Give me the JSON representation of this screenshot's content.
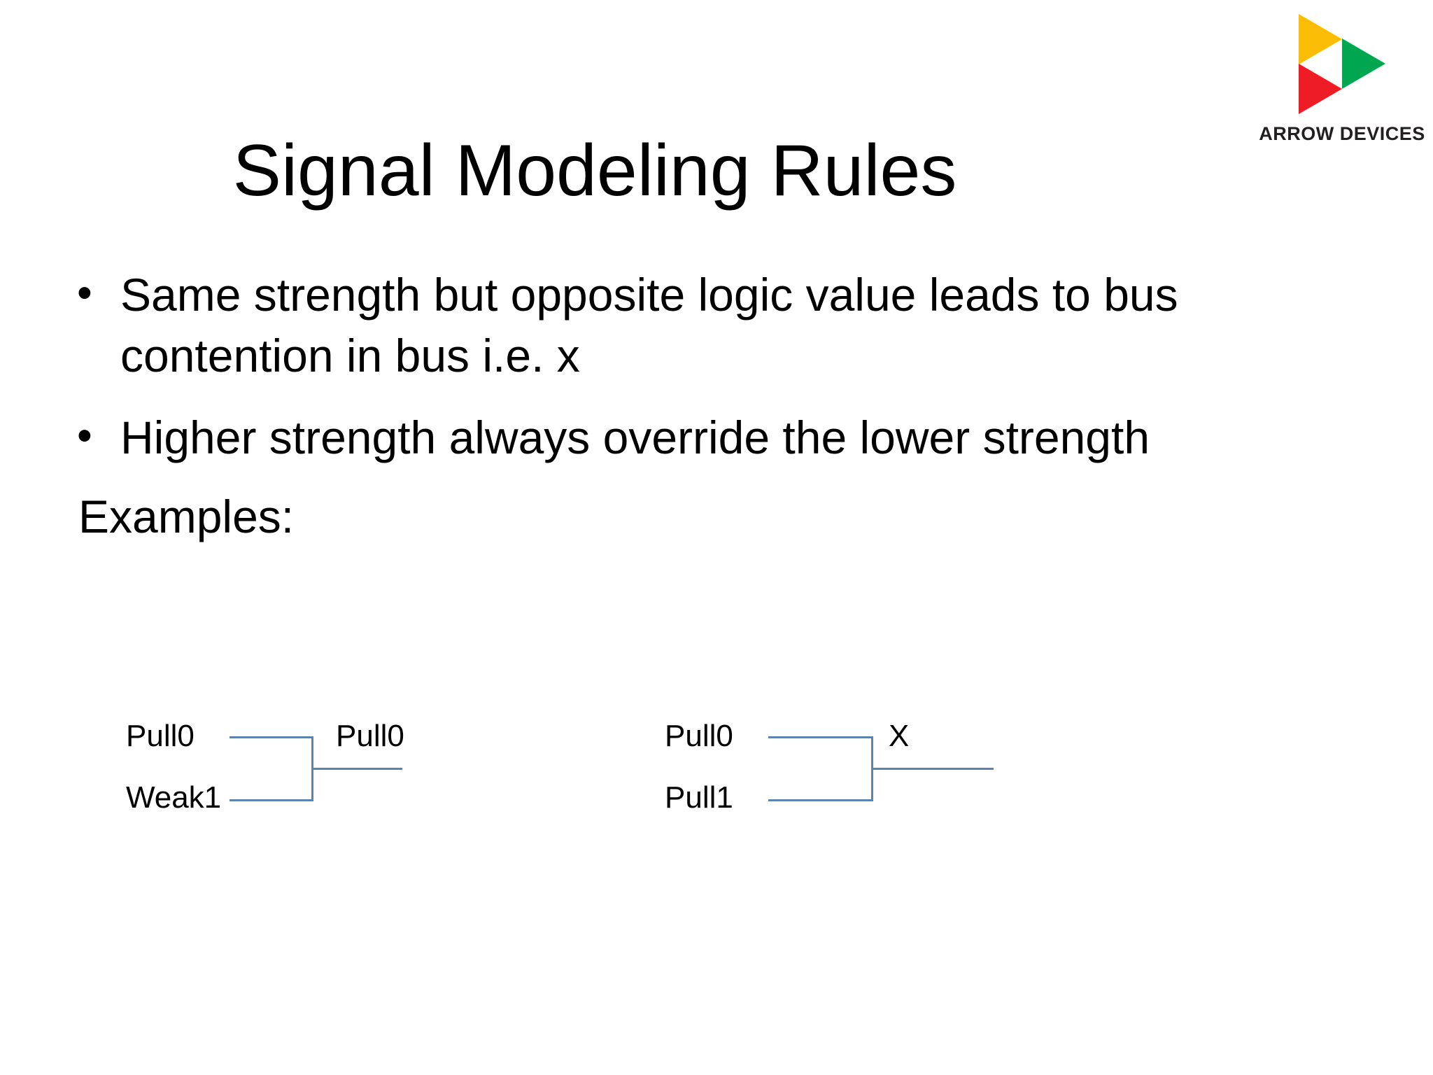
{
  "slide": {
    "title": "Signal Modeling Rules",
    "background_color": "#FFFFFF",
    "text_color": "#000000"
  },
  "logo": {
    "name": "ARROW DEVICES",
    "wordmark": "ARROW DEVICES",
    "colors": {
      "yellow": "#FBBC05",
      "green": "#00A650",
      "red": "#EE1C25",
      "wordmark": "#231F20"
    }
  },
  "content": {
    "bullet_marker": "•",
    "bullets": [
      {
        "text": "Same strength but opposite logic value leads to bus contention in bus i.e. x"
      },
      {
        "text": "Higher strength always override the lower strength"
      }
    ],
    "examples_label": "Examples:"
  },
  "diagrams": {
    "wire_color": "#5B84B1",
    "items": [
      {
        "id": "example-1",
        "input_top": "Pull0",
        "input_bottom": "Weak1",
        "output": "Pull0"
      },
      {
        "id": "example-2",
        "input_top": "Pull0",
        "input_bottom": "Pull1",
        "output": "X"
      }
    ]
  }
}
